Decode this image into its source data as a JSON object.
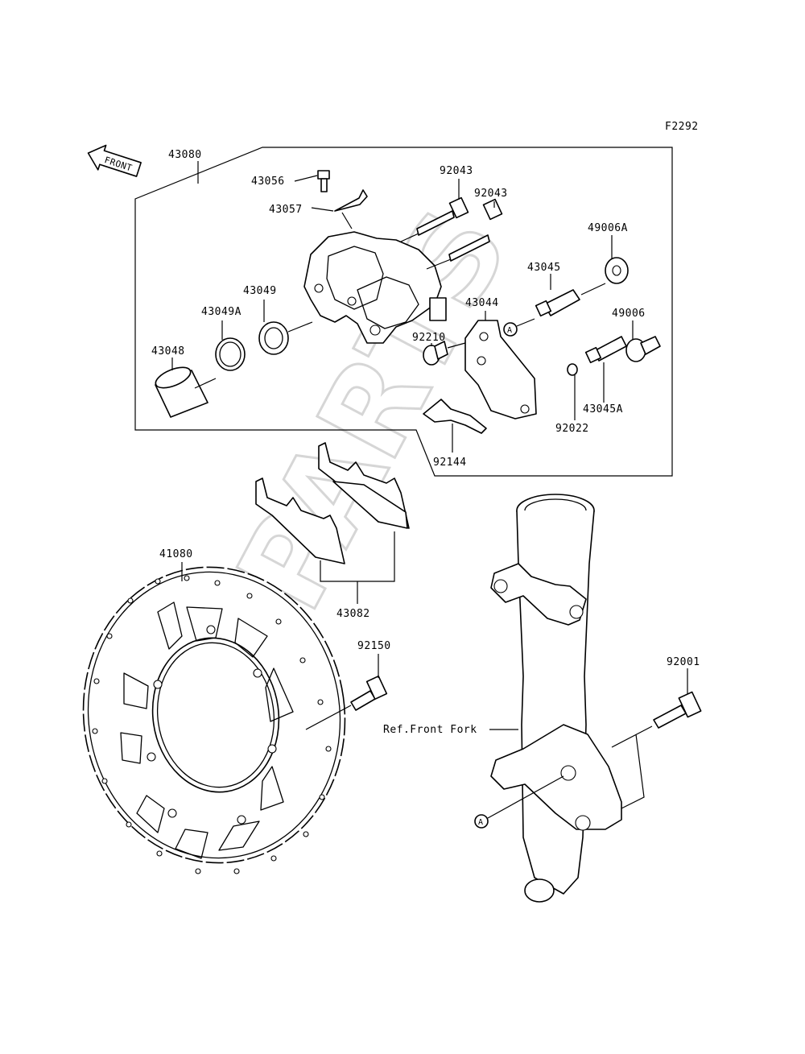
{
  "figure_code": "F2292",
  "front_label": "FRONT",
  "watermark": "XPARTS",
  "ref_text": "Ref.Front Fork",
  "ref_marker": "A",
  "labels": {
    "p43080": "43080",
    "p43056": "43056",
    "p43057": "43057",
    "p92043a": "92043",
    "p92043b": "92043",
    "p49006A": "49006A",
    "p43045": "43045",
    "p43044": "43044",
    "p49006": "49006",
    "p43049": "43049",
    "p43049A": "43049A",
    "p43048": "43048",
    "p92210": "92210",
    "p43045A": "43045A",
    "p92022": "92022",
    "p92144": "92144",
    "p41080": "41080",
    "p43082": "43082",
    "p92150": "92150",
    "p92001": "92001"
  }
}
